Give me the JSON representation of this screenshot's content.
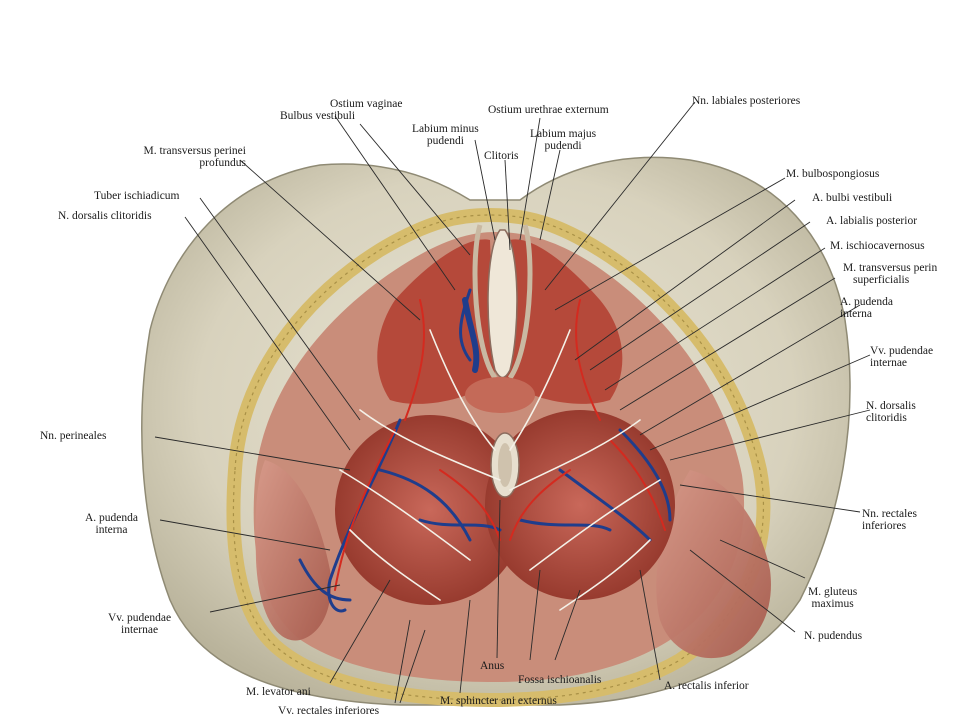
{
  "labels": {
    "ostium_vaginae": "Ostium vaginae",
    "bulbus_vestibuli": "Bulbus vestibuli",
    "ostium_urethrae": "Ostium urethrae externum",
    "nn_labiales_post": "Nn. labiales posteriores",
    "labium_minus_1": "Labium minus",
    "labium_minus_2": "pudendi",
    "labium_majus_1": "Labium majus",
    "labium_majus_2": "pudendi",
    "clitoris": "Clitoris",
    "m_transversus_prof_1": "M. transversus perinei",
    "m_transversus_prof_2": "profundus",
    "tuber": "Tuber ischiadicum",
    "n_dorsalis_left": "N. dorsalis clitoridis",
    "m_bulbospongiosus": "M. bulbospongiosus",
    "a_bulbi": "A. bulbi vestibuli",
    "a_labialis": "A. labialis posterior",
    "m_ischiocav": "M. ischiocavernosus",
    "m_transv_sup_1": "M. transversus perin",
    "m_transv_sup_2": "superficialis",
    "a_pudenda_right_1": "A. pudenda",
    "a_pudenda_right_2": "interna",
    "vv_pudendae_right_1": "Vv. pudendae",
    "vv_pudendae_right_2": "internae",
    "n_dorsalis_right_1": "N. dorsalis",
    "n_dorsalis_right_2": "clitoridis",
    "nn_perineales": "Nn. perineales",
    "a_pudenda_left_1": "A. pudenda",
    "a_pudenda_left_2": "interna",
    "nn_rectales_1": "Nn. rectales",
    "nn_rectales_2": "inferiores",
    "vv_pudendae_left_1": "Vv. pudendae",
    "vv_pudendae_left_2": "internae",
    "m_gluteus_1": "M. gluteus",
    "m_gluteus_2": "maximus",
    "n_pudendus": "N. pudendus",
    "anus": "Anus",
    "fossa": "Fossa ischioanalis",
    "m_levator": "M. levator ani",
    "m_sphincter": "M. sphincter ani externus",
    "a_rectalis": "A. rectalis inferior",
    "vv_rectales": "Vv. rectales inferiores"
  },
  "colors": {
    "skin": "#ded9c6",
    "skin_shadow": "#b9b49c",
    "fat": "#d8c27a",
    "muscle": "#b8493b",
    "muscle_dark": "#8c2e25",
    "vein": "#1f3d8c",
    "artery": "#c8231b",
    "nerve": "#f2efe6",
    "leader": "#2a2a2a"
  }
}
